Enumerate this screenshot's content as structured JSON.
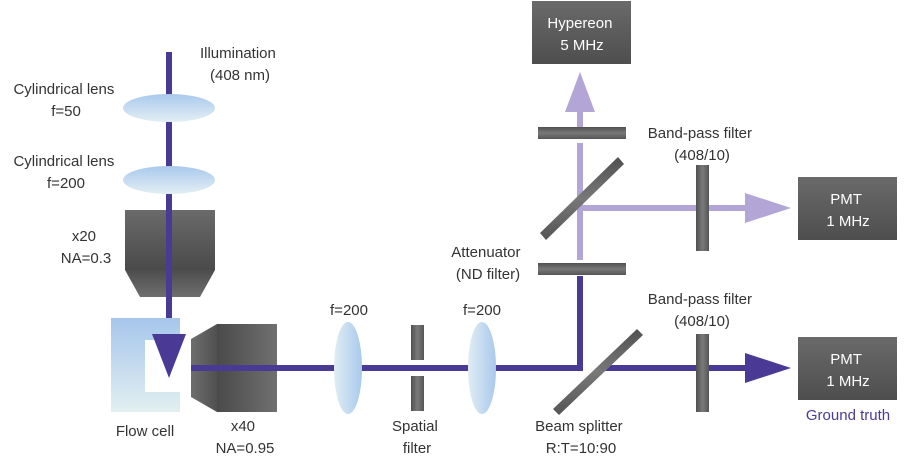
{
  "title": "Optical setup diagram",
  "colors": {
    "beam_main": "#4a3a96",
    "beam_light": "#b3a6d6",
    "component_dark": "#5f5f5f",
    "lens": "#bcd6ee",
    "flow_cell": "#a9c8ec",
    "ground_truth_text": "#4a3a96"
  },
  "labels": {
    "illumination": [
      "Illumination",
      "(408 nm)"
    ],
    "cyl_lens_1": [
      "Cylindrical lens",
      "f=50"
    ],
    "cyl_lens_2": [
      "Cylindrical lens",
      "f=200"
    ],
    "objective_x20": [
      "x20",
      "NA=0.3"
    ],
    "flow_cell": [
      "Flow cell"
    ],
    "objective_x40": [
      "x40",
      "NA=0.95"
    ],
    "lens_1": [
      "f=200"
    ],
    "spatial_filter": [
      "Spatial",
      "filter"
    ],
    "lens_2": [
      "f=200"
    ],
    "attenuator": [
      "Attenuator",
      "(ND filter)"
    ],
    "beam_splitter": [
      "Beam splitter",
      "R:T=10:90"
    ],
    "bandpass_top": [
      "Band-pass filter",
      "(408/10)"
    ],
    "bandpass_bottom": [
      "Band-pass filter",
      "(408/10)"
    ],
    "hypereon": [
      "Hypereon",
      "5 MHz"
    ],
    "pmt_top": [
      "PMT",
      "1 MHz"
    ],
    "pmt_bottom": [
      "PMT",
      "1 MHz"
    ],
    "ground_truth": "Ground truth"
  }
}
